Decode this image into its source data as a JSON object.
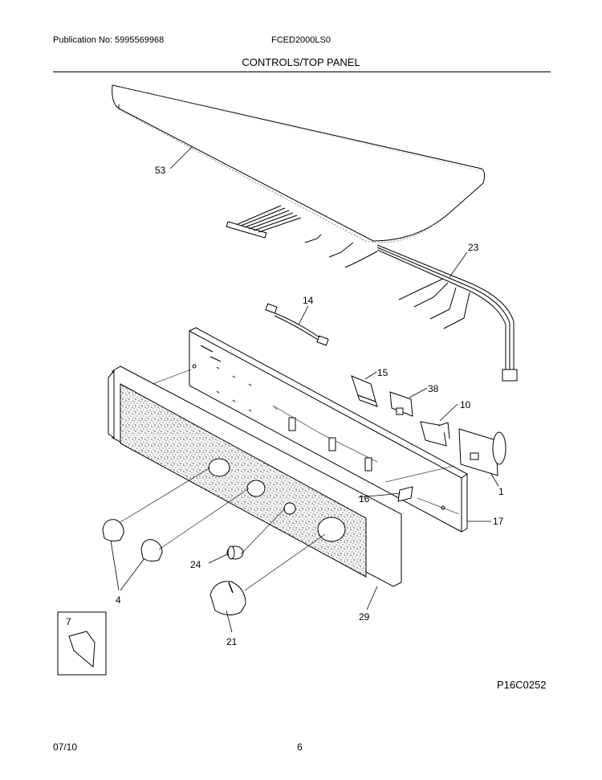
{
  "header": {
    "publication": "Publication No: 5995569968",
    "model": "FCED2000LS0",
    "title": "CONTROLS/TOP PANEL"
  },
  "callouts": {
    "c53": "53",
    "c23": "23",
    "c14": "14",
    "c15": "15",
    "c38": "38",
    "c10": "10",
    "c1": "1",
    "c16": "16",
    "c17": "17",
    "c4": "4",
    "c24": "24",
    "c21": "21",
    "c29": "29",
    "c7": "7"
  },
  "reference": "P16C0252",
  "footer": {
    "date": "07/10",
    "page": "6"
  }
}
